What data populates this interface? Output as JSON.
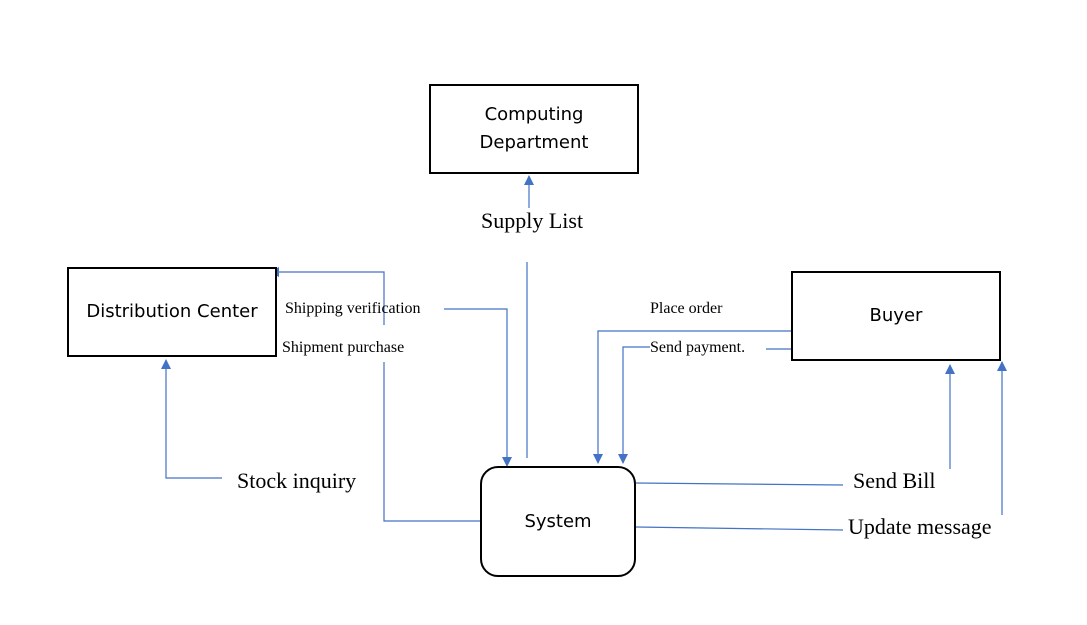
{
  "nodes": {
    "computing_department": {
      "line1": "Computing",
      "line2": "Department"
    },
    "distribution_center": {
      "label": "Distribution Center"
    },
    "buyer": {
      "label": "Buyer"
    },
    "system": {
      "label": "System"
    }
  },
  "flows": {
    "supply_list": "Supply List",
    "shipping_verification": "Shipping verification",
    "shipment_purchase": "Shipment purchase",
    "stock_inquiry": "Stock inquiry",
    "place_order": "Place order",
    "send_payment": "Send payment.",
    "send_bill": "Send Bill",
    "update_message": "Update message"
  },
  "colors": {
    "connector": "#4472C4",
    "box_border": "#000000",
    "text": "#000000"
  }
}
